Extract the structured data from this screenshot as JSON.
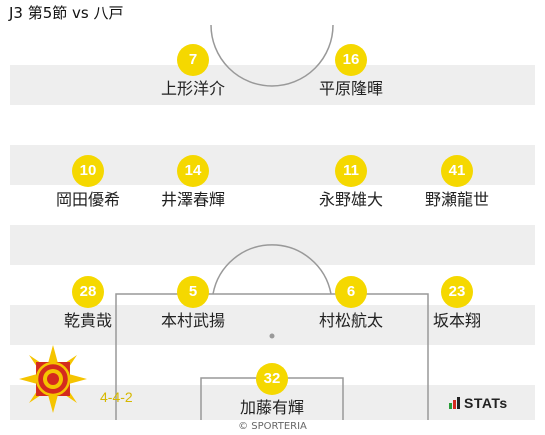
{
  "header": {
    "title": "J3 第5節 vs 八戸"
  },
  "players": [
    {
      "number": "7",
      "name": "上形洋介"
    },
    {
      "number": "16",
      "name": "平原隆暉"
    },
    {
      "number": "10",
      "name": "岡田優希"
    },
    {
      "number": "14",
      "name": "井澤春輝"
    },
    {
      "number": "11",
      "name": "永野雄大"
    },
    {
      "number": "41",
      "name": "野瀬龍世"
    },
    {
      "number": "28",
      "name": "乾貴哉"
    },
    {
      "number": "5",
      "name": "本村武揚"
    },
    {
      "number": "6",
      "name": "村松航太"
    },
    {
      "number": "23",
      "name": "坂本翔"
    },
    {
      "number": "32",
      "name": "加藤有輝"
    }
  ],
  "formation": "4-4-2",
  "stats_logo": {
    "label": "STATs"
  },
  "copyright": "© SPORTERIA",
  "colors": {
    "number_badge": "#f5d800",
    "stripe_dark": "#eeeeee",
    "pitch_line": "#999999",
    "formation_text": "#d6b800",
    "emblem_red": "#d42a1e",
    "emblem_gold": "#f5c400"
  }
}
